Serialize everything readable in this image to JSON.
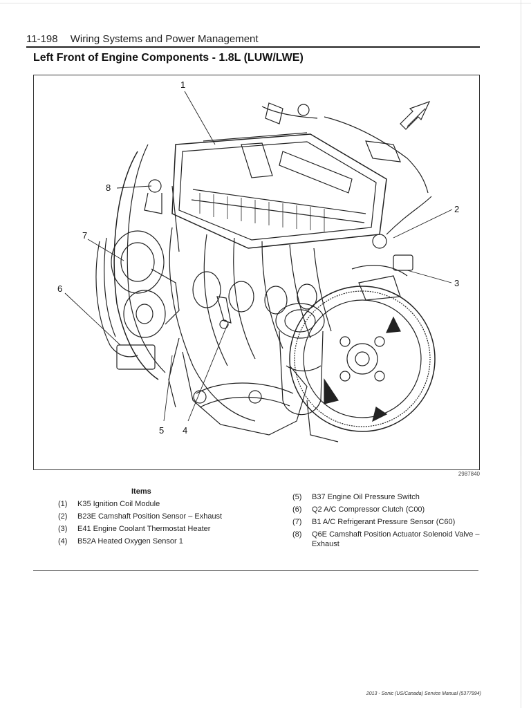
{
  "header": {
    "page_number": "11-198",
    "section": "Wiring Systems and Power Management"
  },
  "title": "Left Front of Engine Components - 1.8L (LUW/LWE)",
  "figure": {
    "figure_id": "2987840",
    "callouts": [
      "1",
      "2",
      "3",
      "4",
      "5",
      "6",
      "7",
      "8"
    ]
  },
  "items": {
    "heading": "Items",
    "left": [
      {
        "num": "(1)",
        "text": "K35 Ignition Coil Module"
      },
      {
        "num": "(2)",
        "text": "B23E Camshaft Position Sensor – Exhaust"
      },
      {
        "num": "(3)",
        "text": "E41 Engine Coolant Thermostat Heater"
      },
      {
        "num": "(4)",
        "text": "B52A Heated Oxygen Sensor 1"
      }
    ],
    "right": [
      {
        "num": "(5)",
        "text": "B37 Engine Oil Pressure Switch"
      },
      {
        "num": "(6)",
        "text": "Q2 A/C Compressor Clutch (C00)"
      },
      {
        "num": "(7)",
        "text": "B1 A/C Refrigerant Pressure Sensor (C60)"
      },
      {
        "num": "(8)",
        "text": "Q6E Camshaft Position Actuator Solenoid Valve – Exhaust"
      }
    ]
  },
  "footer": "2013 - Sonic (US/Canada) Service Manual (5377994)"
}
